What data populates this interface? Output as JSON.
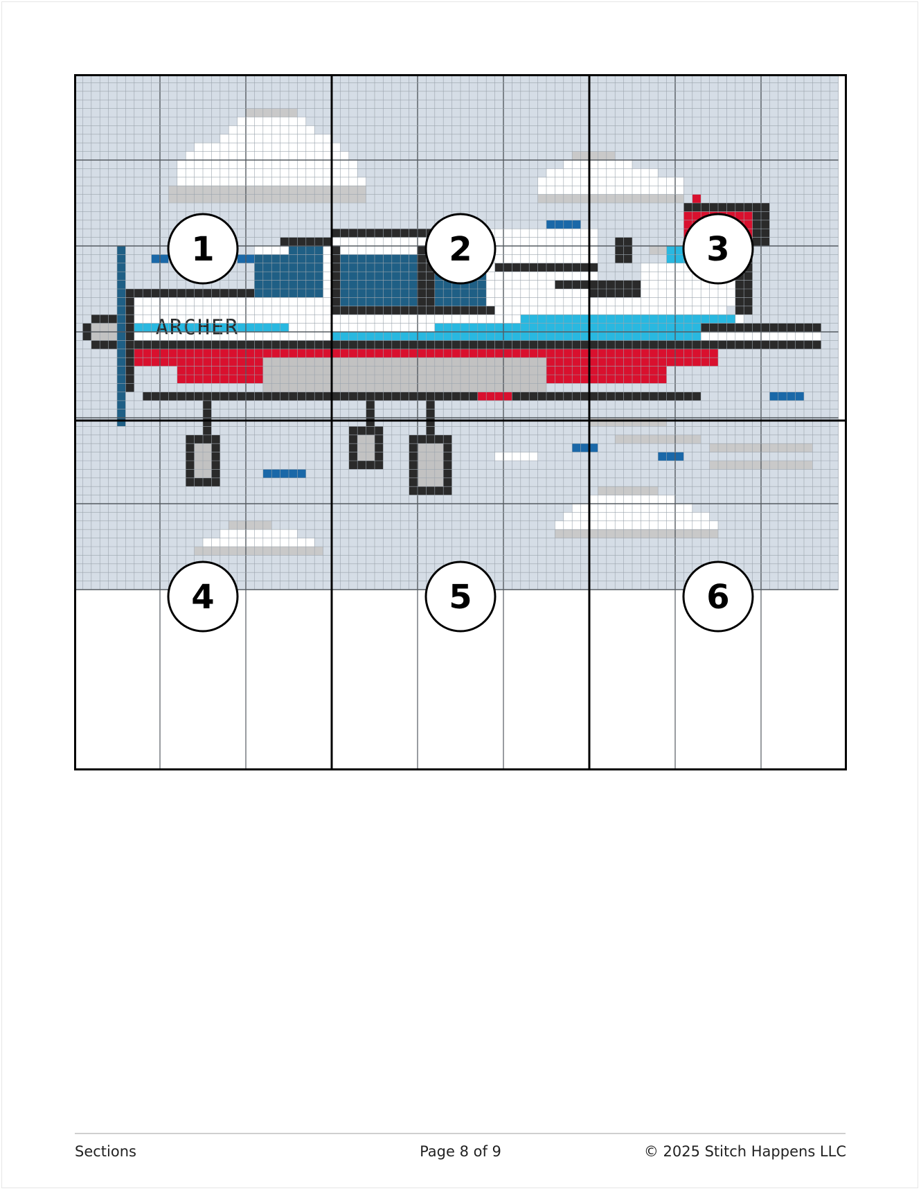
{
  "sections": [
    {
      "number": "1"
    },
    {
      "number": "2"
    },
    {
      "number": "3"
    },
    {
      "number": "4"
    },
    {
      "number": "5"
    },
    {
      "number": "6"
    }
  ],
  "pattern": {
    "label_text": "ARCHER",
    "colors": {
      "sky": "#d5dde6",
      "cloud_white": "#ffffff",
      "cloud_gray": "#c9c9c9",
      "outline_black": "#2a2a2a",
      "red": "#d9102e",
      "light_blue": "#29b8e0",
      "dark_blue": "#1f5f85",
      "streak_blue": "#1a68a8",
      "gray": "#c2c2c2",
      "grid_line": "#9aa3ac",
      "section_line": "#000000"
    }
  },
  "footer": {
    "left": "Sections",
    "center": "Page 8 of 9",
    "right": "© 2025 Stitch Happens LLC"
  }
}
